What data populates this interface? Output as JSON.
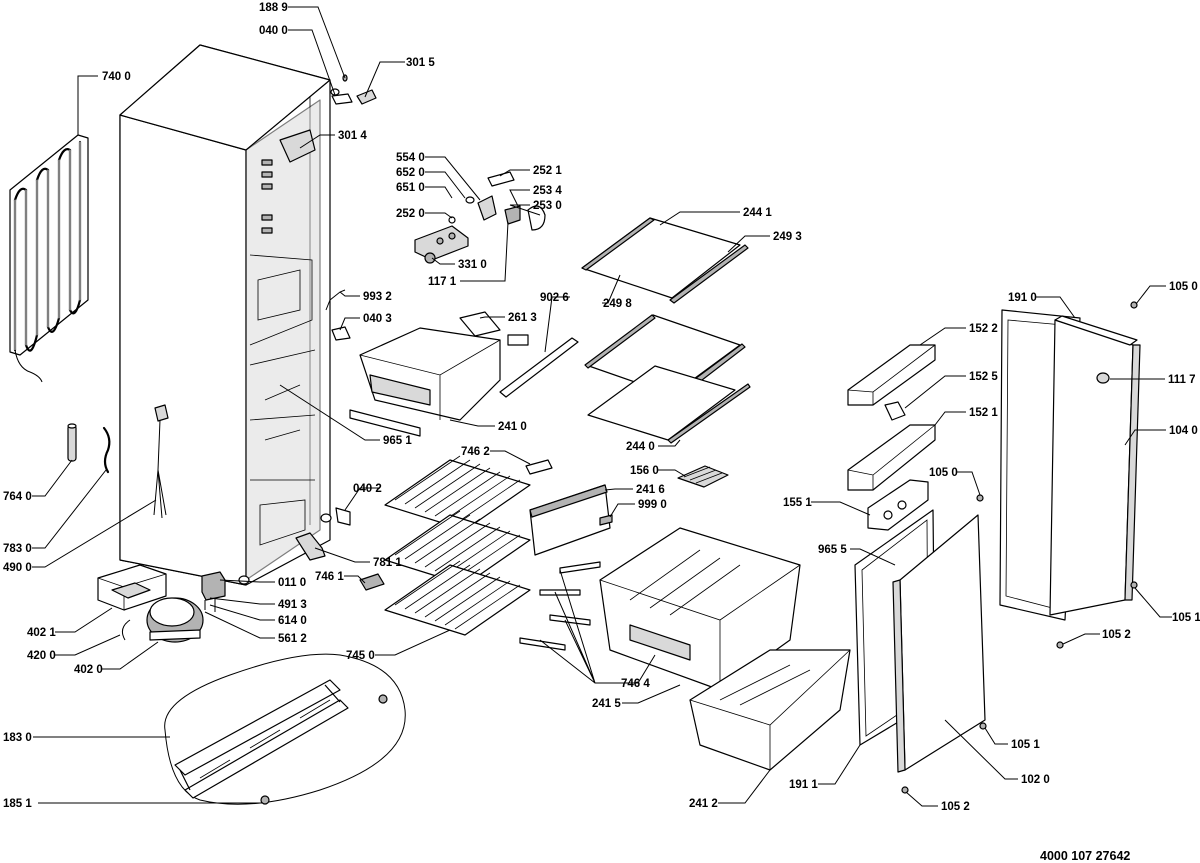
{
  "document_number": "4000 107 27642",
  "labels": [
    {
      "id": "c1889",
      "text": "188 9"
    },
    {
      "id": "c0400",
      "text": "040 0"
    },
    {
      "id": "c3015",
      "text": "301 5"
    },
    {
      "id": "c7400",
      "text": "740 0"
    },
    {
      "id": "c3014",
      "text": "301 4"
    },
    {
      "id": "c5540",
      "text": "554 0"
    },
    {
      "id": "c6520",
      "text": "652 0"
    },
    {
      "id": "c6510",
      "text": "651 0"
    },
    {
      "id": "c2520",
      "text": "252 0"
    },
    {
      "id": "c2521",
      "text": "252 1"
    },
    {
      "id": "c2534",
      "text": "253 4"
    },
    {
      "id": "c2530",
      "text": "253 0"
    },
    {
      "id": "c3310",
      "text": "331 0"
    },
    {
      "id": "c1171",
      "text": "117 1"
    },
    {
      "id": "c2441",
      "text": "244 1"
    },
    {
      "id": "c2493",
      "text": "249 3"
    },
    {
      "id": "c9932",
      "text": "993 2"
    },
    {
      "id": "c0403",
      "text": "040 3"
    },
    {
      "id": "c9026",
      "text": "902 6"
    },
    {
      "id": "c2498",
      "text": "249 8"
    },
    {
      "id": "c2613",
      "text": "261 3"
    },
    {
      "id": "c1910",
      "text": "191 0"
    },
    {
      "id": "c1050a",
      "text": "105 0"
    },
    {
      "id": "c1522",
      "text": "152 2"
    },
    {
      "id": "c1525",
      "text": "152 5"
    },
    {
      "id": "c1117",
      "text": "111 7"
    },
    {
      "id": "c1521",
      "text": "152 1"
    },
    {
      "id": "c1040",
      "text": "104 0"
    },
    {
      "id": "c2410",
      "text": "241 0"
    },
    {
      "id": "c9651",
      "text": "965 1"
    },
    {
      "id": "c2440",
      "text": "244 0"
    },
    {
      "id": "c7462",
      "text": "746 2"
    },
    {
      "id": "c2416",
      "text": "241 6"
    },
    {
      "id": "c1560",
      "text": "156 0"
    },
    {
      "id": "c1050b",
      "text": "105 0"
    },
    {
      "id": "c1551",
      "text": "155 1"
    },
    {
      "id": "c9990",
      "text": "999 0"
    },
    {
      "id": "c0402",
      "text": "040 2"
    },
    {
      "id": "c9655",
      "text": "965 5"
    },
    {
      "id": "c7640",
      "text": "764 0"
    },
    {
      "id": "c7830",
      "text": "783 0"
    },
    {
      "id": "c4900",
      "text": "490 0"
    },
    {
      "id": "c7811",
      "text": "781 1"
    },
    {
      "id": "c7461",
      "text": "746 1"
    },
    {
      "id": "c0110",
      "text": "011 0"
    },
    {
      "id": "c4913",
      "text": "491 3"
    },
    {
      "id": "c6140",
      "text": "614 0"
    },
    {
      "id": "c5612",
      "text": "561 2"
    },
    {
      "id": "c4021",
      "text": "402 1"
    },
    {
      "id": "c4200",
      "text": "420 0"
    },
    {
      "id": "c4020",
      "text": "402 0"
    },
    {
      "id": "c7450",
      "text": "745 0"
    },
    {
      "id": "c7464",
      "text": "746 4"
    },
    {
      "id": "c2415",
      "text": "241 5"
    },
    {
      "id": "c1051a",
      "text": "105 1"
    },
    {
      "id": "c1052a",
      "text": "105 2"
    },
    {
      "id": "c1830",
      "text": "183 0"
    },
    {
      "id": "c1051b",
      "text": "105 1"
    },
    {
      "id": "c1911",
      "text": "191 1"
    },
    {
      "id": "c1020",
      "text": "102 0"
    },
    {
      "id": "c2412",
      "text": "241 2"
    },
    {
      "id": "c1052b",
      "text": "105 2"
    },
    {
      "id": "c1851",
      "text": "185 1"
    }
  ]
}
